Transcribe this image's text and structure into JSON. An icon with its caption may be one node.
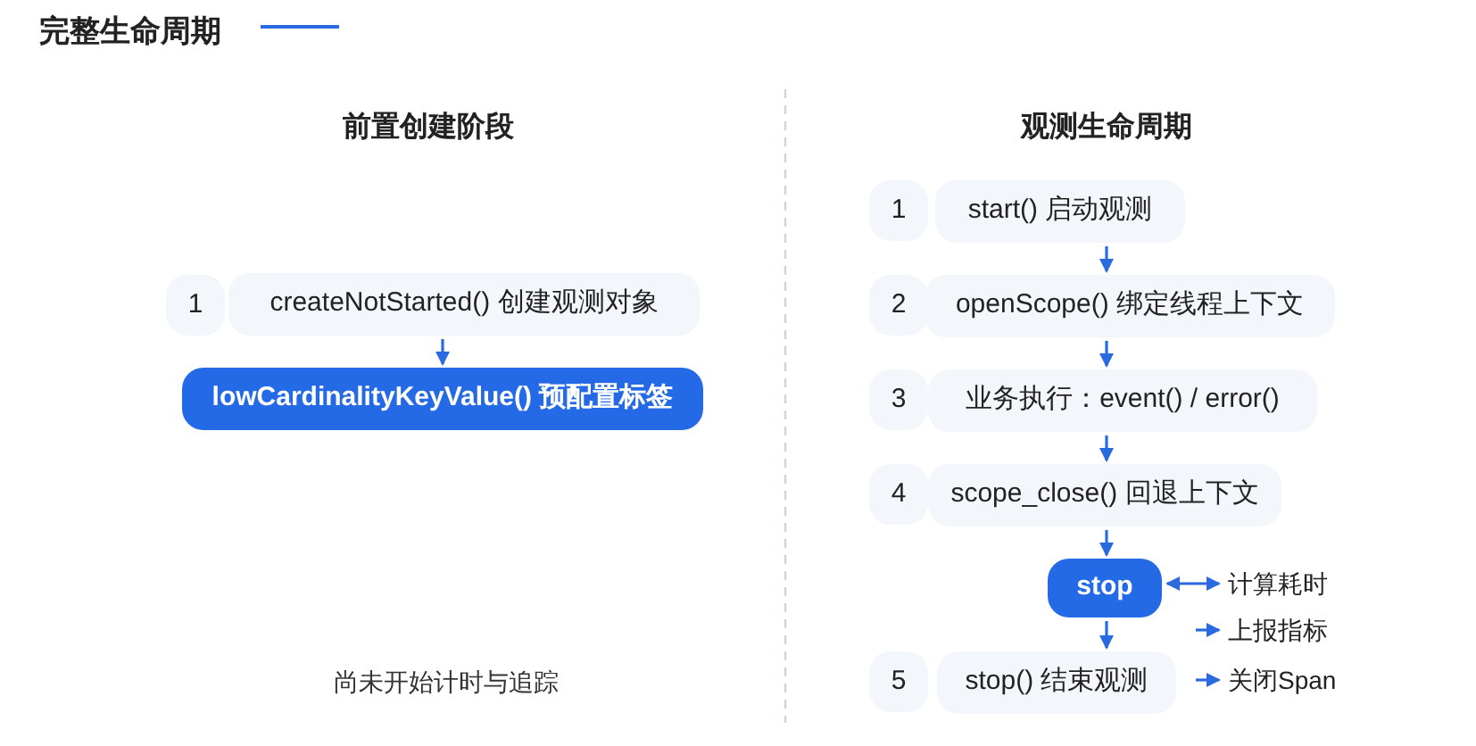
{
  "diagram": {
    "title": "完整生命周期",
    "nodes": [
      {
        "text": [
          "1"
        ]
      },
      {
        "text": [
          "createNotStarted() 创建观测对象"
        ]
      },
      {
        "text": [
          "lowCardinalityKeyValue() 预配置标签"
        ]
      },
      {
        "text": [
          "1"
        ]
      },
      {
        "text": [
          "start() 启动观测"
        ]
      },
      {
        "text": [
          "2"
        ]
      },
      {
        "text": [
          "openScope() 绑定线程上下文"
        ]
      },
      {
        "text": [
          "3"
        ]
      },
      {
        "text": [
          "业务执行：event() / error()"
        ]
      },
      {
        "text": [
          "4"
        ]
      },
      {
        "text": [
          "scope_close() 回退上下文"
        ]
      },
      {
        "text": [
          "stop"
        ]
      },
      {
        "text": [
          "5"
        ]
      },
      {
        "text": [
          "stop() 结束观测"
        ]
      },
      {
        "text": [
          "计算耗时"
        ]
      },
      {
        "text": [
          "上报指标"
        ]
      },
      {
        "text": [
          "关闭Span"
        ]
      }
    ],
    "edges": [
      {
        "from": 1,
        "to": 2,
        "arrow": "to"
      },
      {
        "from": 4,
        "to": 6,
        "arrow": "to"
      },
      {
        "from": 6,
        "to": 8,
        "arrow": "to"
      },
      {
        "from": 8,
        "to": 10,
        "arrow": "to"
      },
      {
        "from": 10,
        "to": 11,
        "arrow": "to"
      },
      {
        "from": 11,
        "to": 13,
        "arrow": "to"
      },
      {
        "from": 11,
        "to": 14,
        "arrow": "both"
      },
      {
        "from": null,
        "to": 15,
        "arrow": "to"
      },
      {
        "from": null,
        "to": 16,
        "arrow": "to"
      }
    ],
    "labels": [
      "前置创建阶段",
      "观测生命周期",
      "尚未开始计时与追踪"
    ]
  }
}
